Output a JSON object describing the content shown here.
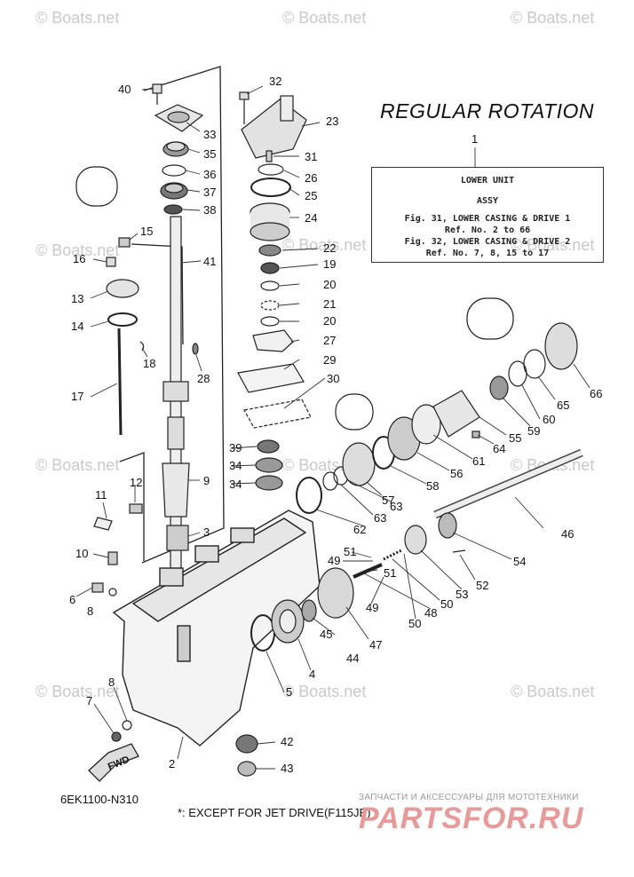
{
  "watermark": "© Boats.net",
  "heading": "REGULAR ROTATION",
  "ref_box": {
    "callout": "1",
    "name": "LOWER UNIT",
    "sub": "ASSY",
    "lines": [
      "Fig. 31, LOWER CASING & DRIVE 1",
      "Ref. No. 2 to 66",
      "Fig. 32, LOWER CASING & DRIVE 2",
      "Ref. No. 7, 8, 15 to 17"
    ]
  },
  "callouts": [
    "40",
    "32",
    "33",
    "23",
    "35",
    "31",
    "36",
    "26",
    "37",
    "25",
    "38",
    "24",
    "15",
    "16",
    "22",
    "41",
    "19",
    "13",
    "20",
    "21",
    "14",
    "20",
    "27",
    "18",
    "28",
    "29",
    "17",
    "30",
    "66",
    "12",
    "39",
    "9",
    "34",
    "34",
    "11",
    "3",
    "61",
    "64",
    "55",
    "59",
    "60",
    "65",
    "56",
    "10",
    "57",
    "58",
    "63",
    "63",
    "62",
    "46",
    "6",
    "8",
    "51",
    "49",
    "51",
    "52",
    "54",
    "53",
    "50",
    "48",
    "49",
    "50",
    "47",
    "45",
    "44",
    "4",
    "5",
    "8",
    "7",
    "42",
    "2",
    "43"
  ],
  "stamp_fwd": "FWD",
  "footer": {
    "diagram_code": "6EK1100-N310",
    "note": "*: EXCEPT FOR JET DRIVE(F115JB)"
  },
  "shop": {
    "tagline": "ЗАПЧАСТИ И АКСЕССУАРЫ ДЛЯ МОТОТЕХНИКИ",
    "logo": "PARTSFOR.RU"
  }
}
